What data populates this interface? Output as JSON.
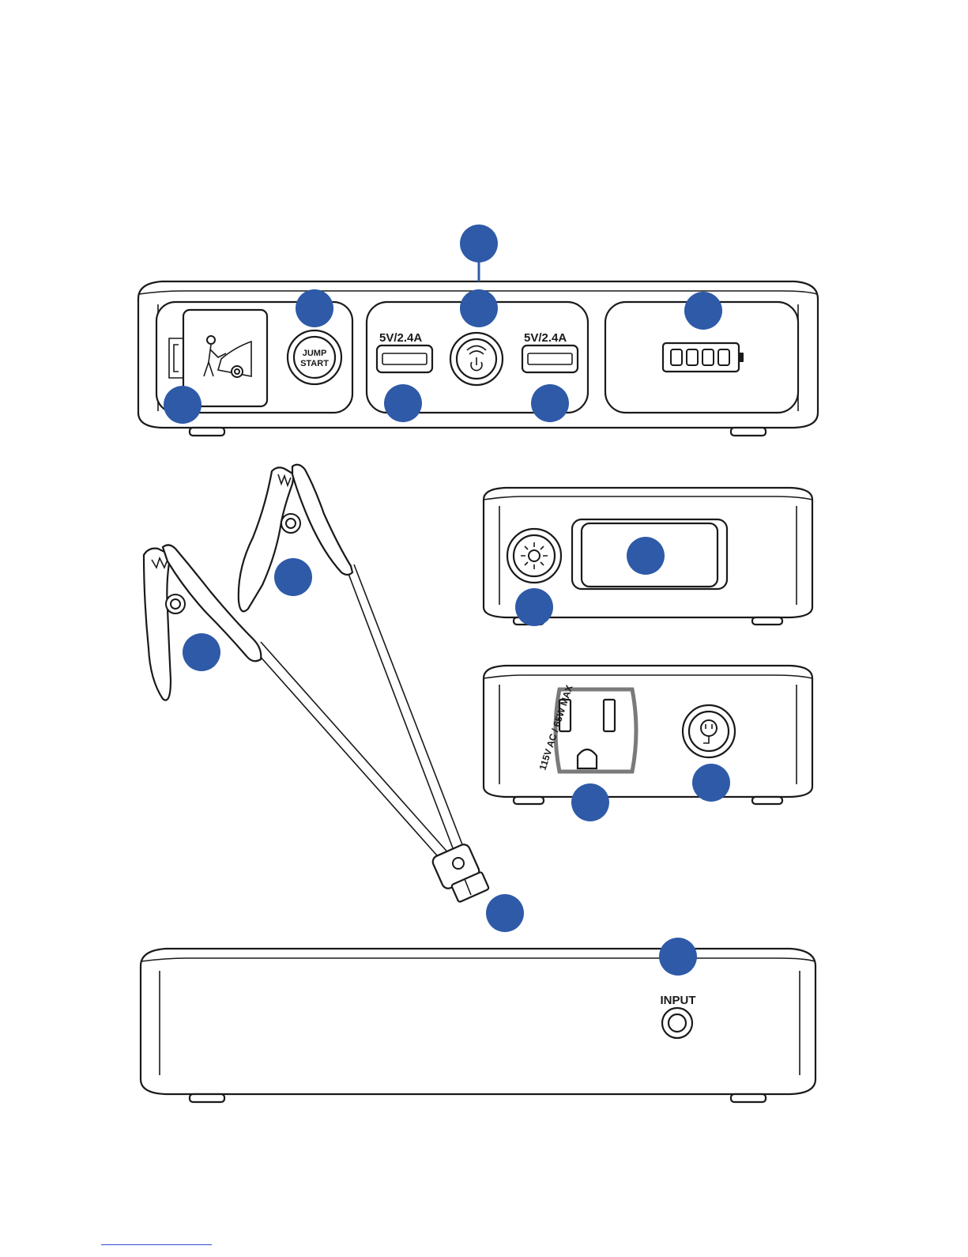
{
  "front_panel": {
    "jump_start_top": "JUMP",
    "jump_start_bottom": "START",
    "usb_left_rating": "5V/2.4A",
    "usb_right_rating": "5V/2.4A"
  },
  "ac_side": {
    "outlet_rating": "115V AC / 65W MAX"
  },
  "back_panel": {
    "input_label": "INPUT"
  },
  "colors": {
    "callout": "#2e5aa8",
    "line": "#1a1a1a"
  }
}
